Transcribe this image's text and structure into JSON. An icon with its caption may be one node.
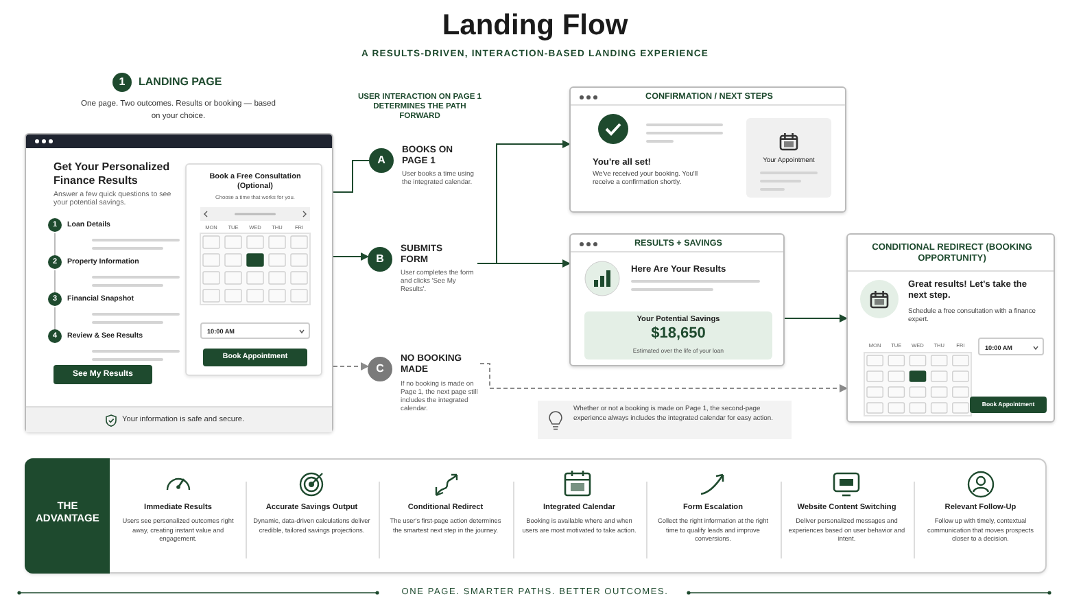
{
  "diagram": {
    "title": "Landing Flow",
    "nodes": [
      {
        "text": [
          "Get Your Personalized Finance Results",
          "Answer a few quick questions to see your potential savings.",
          "See My Results",
          "Your information is safe and secure."
        ],
        "beside": [
          "1",
          "LANDING PAGE",
          "One page. Two outcomes. Results or booking — based on your choice."
        ]
      },
      {
        "text": [
          "1",
          "Loan Details"
        ],
        "in": 0
      },
      {
        "text": [
          "2",
          "Property Information"
        ],
        "in": 0
      },
      {
        "text": [
          "3",
          "Financial Snapshot"
        ],
        "in": 0
      },
      {
        "text": [
          "4",
          "Review & See Results"
        ],
        "in": 0
      },
      {
        "text": [
          "Book a Free Consultation (Optional)",
          "Choose a time that works for you.",
          "MON",
          "TUE",
          "WED",
          "THU",
          "FRI",
          "10:00 AM",
          "Book Appointment"
        ],
        "in": 0
      },
      {
        "text": [
          "A"
        ],
        "beside": [
          "BOOKS ON PAGE 1",
          "User books a time using the integrated calendar."
        ]
      },
      {
        "text": [
          "B"
        ],
        "beside": [
          "SUBMITS FORM",
          "User completes the form and clicks 'See My Results'."
        ]
      },
      {
        "text": [
          "C"
        ],
        "beside": [
          "NO BOOKING MADE",
          "If no booking is made on Page 1, the next page still includes the integrated calendar."
        ]
      },
      {
        "text": [
          "CONFIRMATION / NEXT STEPS",
          "You're all set!",
          "We've received your booking. You'll receive a confirmation shortly."
        ]
      },
      {
        "text": [
          "Your Appointment"
        ],
        "in": 9
      },
      {
        "text": [
          "RESULTS + SAVINGS",
          "Here Are Your Results"
        ]
      },
      {
        "text": [
          "Your Potential Savings",
          "$18,650",
          "Estimated over the life of your loan"
        ],
        "in": 11
      },
      {
        "text": [
          "CONDITIONAL REDIRECT (BOOKING OPPORTUNITY)",
          "Great results! Let's take the next step.",
          "Schedule a free consultation with a finance expert.",
          "MON",
          "TUE",
          "WED",
          "THU",
          "FRI",
          "10:00 AM",
          "Book Appointment"
        ]
      },
      {
        "text": [
          "Whether or not a booking is made on Page 1, the second-page experience always includes the integrated calendar for easy action."
        ]
      },
      {
        "text": [
          "THE ADVANTAGE"
        ]
      },
      {
        "text": [
          "Immediate Results",
          "Users see personalized outcomes right away, creating instant value and engagement."
        ],
        "in": 15
      },
      {
        "text": [
          "Accurate Savings Output",
          "Dynamic, data-driven calculations deliver credible, tailored savings projections."
        ],
        "in": 15
      },
      {
        "text": [
          "Conditional Redirect",
          "The user's first-page action determines the smartest next step in the journey."
        ],
        "in": 15
      },
      {
        "text": [
          "Integrated Calendar",
          "Booking is available where and when users are most motivated to take action."
        ],
        "in": 15
      },
      {
        "text": [
          "Form Escalation",
          "Collect the right information at the right time to qualify leads and improve conversions."
        ],
        "in": 15
      },
      {
        "text": [
          "Website Content Switching",
          "Deliver personalized messages and experiences based on user behavior and intent."
        ],
        "in": 15
      },
      {
        "text": [
          "Relevant Follow-Up",
          "Follow up with timely, contextual communication that moves prospects closer to a decision."
        ],
        "in": 15
      }
    ],
    "edges": [
      {
        "from": 0,
        "to": 6,
        "arrow": "none"
      },
      {
        "from": 0,
        "to": 7,
        "arrow": "to"
      },
      {
        "from": 0,
        "to": 8,
        "arrow": "to",
        "style": "dashed",
        "color": "#8a8a8a"
      },
      {
        "from": 7,
        "to": 9,
        "arrow": "to"
      },
      {
        "from": 7,
        "to": 11,
        "arrow": "to"
      },
      {
        "from": 11,
        "to": 13,
        "arrow": "to"
      },
      {
        "from": 8,
        "to": 13,
        "arrow": "to",
        "style": "dashed",
        "color": "#8a8a8a"
      },
      {
        "from": 1,
        "to": 2,
        "arrow": "none",
        "color": "#bbbbbb"
      },
      {
        "from": 2,
        "to": 3,
        "arrow": "none",
        "color": "#bbbbbb"
      },
      {
        "from": 3,
        "to": 4,
        "arrow": "none",
        "color": "#bbbbbb"
      }
    ],
    "labels": [
      "A RESULTS-DRIVEN, INTERACTION-BASED LANDING EXPERIENCE",
      "USER INTERACTION ON PAGE 1 DETERMINES THE PATH FORWARD",
      "ONE PAGE. SMARTER PATHS. BETTER OUTCOMES."
    ]
  }
}
